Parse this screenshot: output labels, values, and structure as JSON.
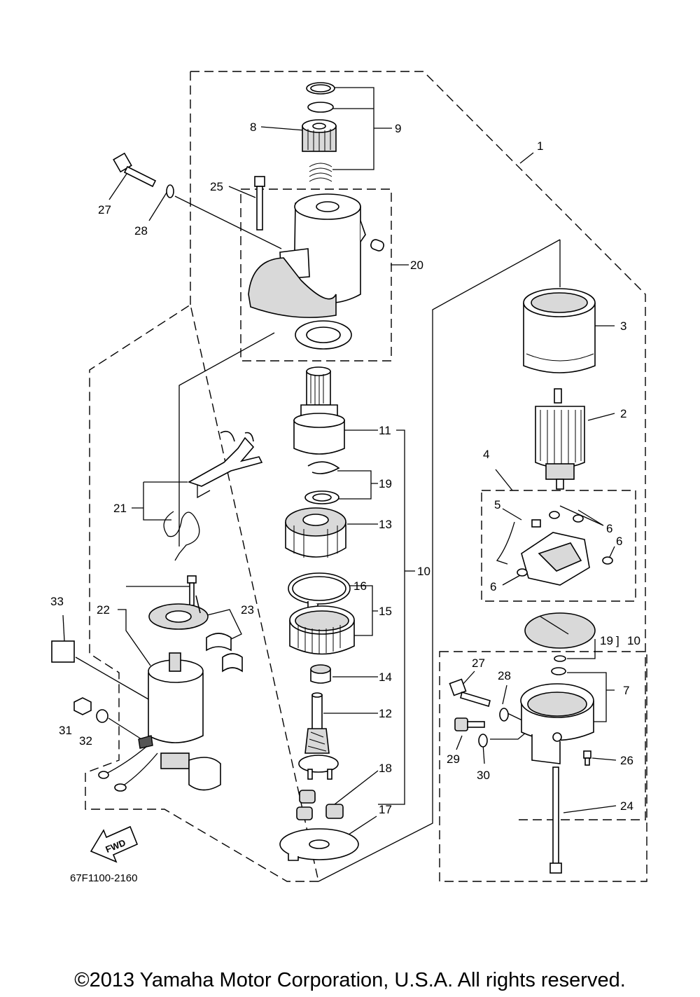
{
  "diagram": {
    "drawing_code": "67F1100-2160",
    "copyright": "©2013 Yamaha Motor Corporation, U.S.A. All rights reserved.",
    "fwd_label": "FWD",
    "callouts": {
      "c1": "1",
      "c2": "2",
      "c3": "3",
      "c4": "4",
      "c5": "5",
      "c6a": "6",
      "c6b": "6",
      "c6c": "6",
      "c6d": "6",
      "c7": "7",
      "c8": "8",
      "c9": "9",
      "c10a": "10",
      "c10b": "10",
      "c11": "11",
      "c12": "12",
      "c13": "13",
      "c14": "14",
      "c15": "15",
      "c16": "16",
      "c17": "17",
      "c18": "18",
      "c19a": "19",
      "c19b": "19",
      "c20": "20",
      "c21": "21",
      "c22": "22",
      "c23": "23",
      "c24": "24",
      "c25": "25",
      "c26": "26",
      "c27a": "27",
      "c27b": "27",
      "c28a": "28",
      "c28b": "28",
      "c29": "29",
      "c30": "30",
      "c31": "31",
      "c32": "32",
      "c33": "33"
    },
    "icons": [
      "fwd-arrow-icon"
    ]
  }
}
